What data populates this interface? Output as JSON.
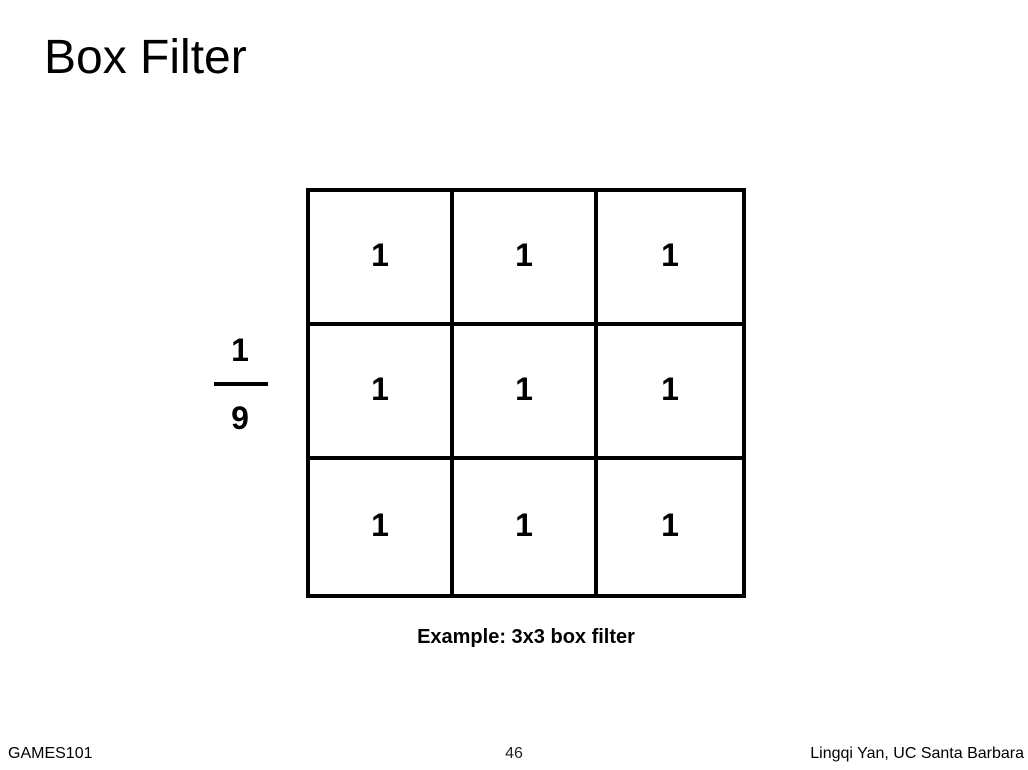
{
  "slide": {
    "title": "Box Filter"
  },
  "fraction": {
    "numerator": "1",
    "denominator": "9"
  },
  "kernel": {
    "rows": [
      [
        "1",
        "1",
        "1"
      ],
      [
        "1",
        "1",
        "1"
      ],
      [
        "1",
        "1",
        "1"
      ]
    ]
  },
  "caption": "Example: 3x3 box filter",
  "footer": {
    "course": "GAMES101",
    "page_number": "46",
    "author": "Lingqi Yan, UC Santa Barbara"
  }
}
